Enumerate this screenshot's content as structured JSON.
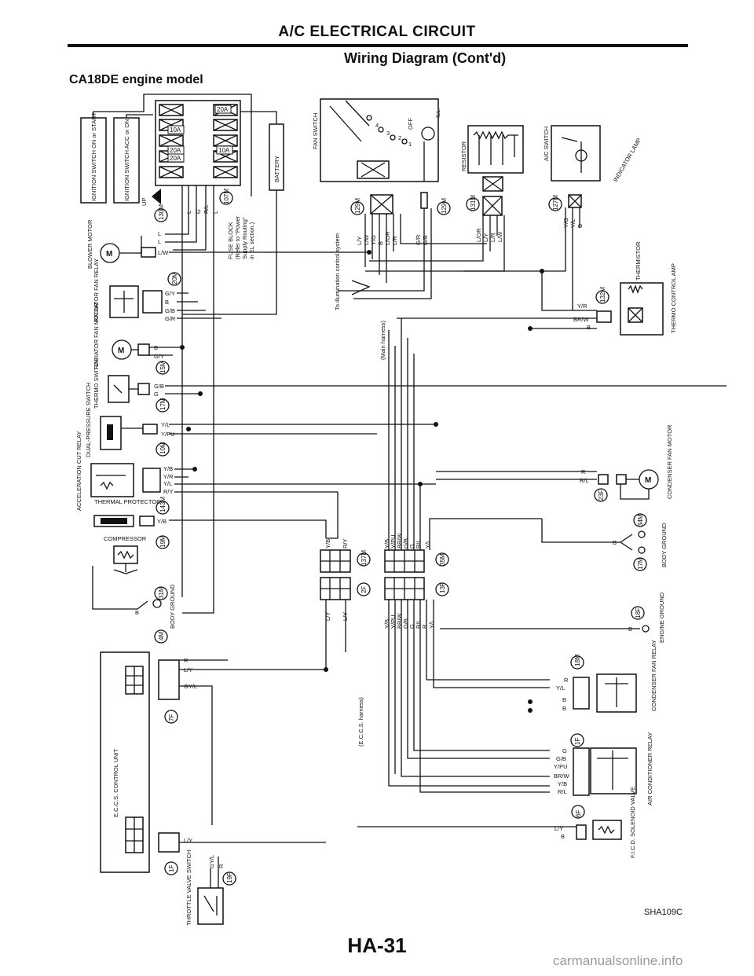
{
  "header": {
    "title": "A/C ELECTRICAL CIRCUIT",
    "subtitle": "Wiring Diagram (Cont'd)",
    "model": "CA18DE engine model"
  },
  "footer": {
    "page_number": "HA-31",
    "figure_code": "SHA109C",
    "watermark": "carmanualsonline.info"
  },
  "components": {
    "ignition_on": "IGNITION SWITCH ON or START",
    "ignition_acc": "IGNITION SWITCH ACC or ON",
    "battery": "BATTERY",
    "fan_switch": "FAN SWITCH",
    "resistor": "RESISTOR",
    "ac_switch": "A/C SWITCH",
    "indicator_lamp": "INDICATOR LAMP",
    "blower_motor": "BLOWER MOTOR",
    "fuse_block": "FUSE BLOCK (Refer to \"Power Supply Routing\" in EL section.)",
    "illumination": "To illumination control system",
    "main_harness": "(Main harness)",
    "thermistor": "THERMISTOR",
    "thermo_amp": "THERMO CONTROL AMP",
    "radiator_fan_relay": "RADIATOR FAN RELAY",
    "radiator_fan_motor": "RADIATOR FAN MOTOR",
    "thermo_switch": "THERMO SWITCH",
    "dual_pressure": "DUAL-PRESSURE SWITCH",
    "accel_cut_relay": "ACCELERATION CUT RELAY",
    "thermal_protector": "THERMAL PROTECTOR",
    "compressor": "COMPRESSOR",
    "condenser_fan_motor": "CONDENSER FAN MOTOR",
    "body_ground": "BODY GROUND",
    "engine_ground": "ENGINE GROUND",
    "condenser_fan_relay": "CONDENSER FAN RELAY",
    "eccs_unit": "E.C.C.S. CONTROL UNIT",
    "eccs_harness": "(E.C.C.S. harness)",
    "ac_relay": "AIR CONDITIONER RELAY",
    "ficd_valve": "F.I.C.D. SOLENOID VALVE",
    "throttle_switch": "THROTTLE VALVE SWITCH",
    "up_label": "UP",
    "ill_label": "ILL.",
    "off_label": "OFF"
  },
  "fuses": [
    "20A",
    "10A",
    "20A",
    "20A",
    "10A"
  ],
  "connectors": [
    "130M",
    "107M",
    "129M",
    "129M",
    "131M",
    "127M",
    "132M",
    "20M",
    "15M",
    "17M",
    "10M",
    "143M",
    "19M",
    "137M",
    "35M",
    "2F",
    "13F",
    "31M",
    "4M",
    "34M",
    "17M",
    "18F",
    "18M",
    "7F",
    "1F",
    "6F",
    "23F",
    "1F",
    "19F"
  ],
  "wires": {
    "fuse_out": [
      "L",
      "G",
      "R/L",
      "L"
    ],
    "blower": [
      "L",
      "L",
      "L/W"
    ],
    "fan_sw_a": [
      "L/Y",
      "L/W",
      "Y/G",
      "B",
      "L/OR",
      "L/R"
    ],
    "fan_sw_b": [
      "G/R",
      "G/B"
    ],
    "resistor_w": [
      "L/OR",
      "L/Y",
      "L/R",
      "L/W"
    ],
    "ac_sw": [
      "Y/G",
      "Y/L",
      "B"
    ],
    "thermo_amp": [
      "Y/R",
      "BR/W",
      "B"
    ],
    "rad_relay": [
      "G/Y",
      "B",
      "G/B",
      "G/R"
    ],
    "rad_motor": [
      "B",
      "G/Y"
    ],
    "thermo_sw": [
      "G/B",
      "G"
    ],
    "dual_sw": [
      "Y/L",
      "Y/PU"
    ],
    "accel": [
      "Y/B",
      "Y/R",
      "Y/L",
      "R/Y"
    ],
    "comp": [
      "Y/B"
    ],
    "cond_motor": [
      "R",
      "R/L"
    ],
    "gnd": [
      "B",
      "B",
      "B",
      "B"
    ],
    "mid_top": [
      "Y/B",
      "R/Y"
    ],
    "mid_bot": [
      "L/Y",
      "L/Y"
    ],
    "right_top": [
      "Y/B",
      "Y/PU",
      "BR/W",
      "G/B",
      "G",
      "R/L",
      "Y/L"
    ],
    "right_bot": [
      "Y/B",
      "Y/PU",
      "BR/W",
      "G/B",
      "G",
      "R/L",
      "R",
      "Y/L"
    ],
    "eccs": [
      "R",
      "L/Y",
      "GY/L",
      "L/Y"
    ],
    "cond_relay": [
      "R",
      "Y/L",
      "B",
      "B"
    ],
    "ac_relay": [
      "G",
      "G/B",
      "Y/PU",
      "BR/W",
      "Y/B",
      "R/L"
    ],
    "ficd": [
      "L/Y",
      "B"
    ],
    "throttle": [
      "GY/L",
      "R"
    ]
  }
}
